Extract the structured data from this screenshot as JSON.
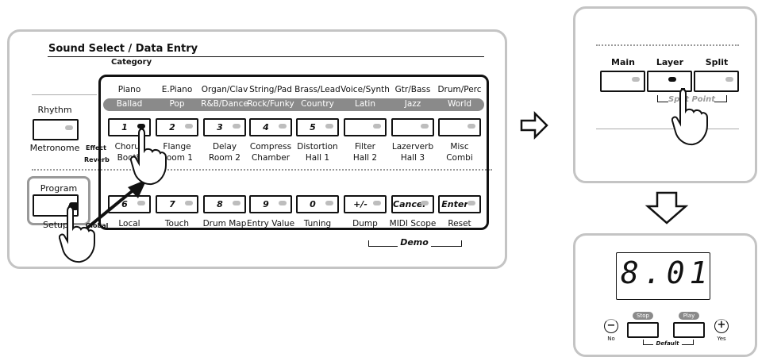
{
  "left_panel": {
    "title": "Sound Select / Data Entry",
    "category_label": "Category",
    "rhythm_label": "Rhythm",
    "metronome_label": "Metronome",
    "effect_label": "Effect",
    "reverb_label": "Reverb",
    "program_label": "Program",
    "setup_label": "Setup",
    "global_label": "Global",
    "categories_top": [
      "Piano",
      "E.Piano",
      "Organ/Clav",
      "String/Pad",
      "Brass/Lead",
      "Voice/Synth",
      "Gtr/Bass",
      "Drum/Perc"
    ],
    "categories_bar": [
      "Ballad",
      "Pop",
      "R&B/Dance",
      "Rock/Funky",
      "Country",
      "Latin",
      "Jazz",
      "World"
    ],
    "row1_keys": [
      "1",
      "2",
      "3",
      "4",
      "5",
      "",
      "",
      ""
    ],
    "effects": [
      "Chorus",
      "Flange",
      "Delay",
      "Compress",
      "Distortion",
      "Filter",
      "Lazerverb",
      "Misc"
    ],
    "reverbs": [
      "Booth",
      "Room 1",
      "Room 2",
      "Chamber",
      "Hall 1",
      "Hall 2",
      "Hall 3",
      "Combi"
    ],
    "row2_keys": [
      "6",
      "7",
      "8",
      "9",
      "0",
      "+/-",
      "Cancel",
      "Enter"
    ],
    "row2_labels": [
      "Local",
      "Touch",
      "Drum Map",
      "Entry Value",
      "Tuning",
      "Dump",
      "MIDI Scope",
      "Reset"
    ],
    "demo_label": "Demo"
  },
  "right_top": {
    "main_label": "Main",
    "layer_label": "Layer",
    "split_label": "Split",
    "split_point_label": "Split Point"
  },
  "right_bottom": {
    "display_value": "8.01",
    "stop_label": "Stop",
    "play_label": "Play",
    "no_label": "No",
    "yes_label": "Yes",
    "minus_symbol": "−",
    "plus_symbol": "+",
    "default_label": "Default"
  }
}
